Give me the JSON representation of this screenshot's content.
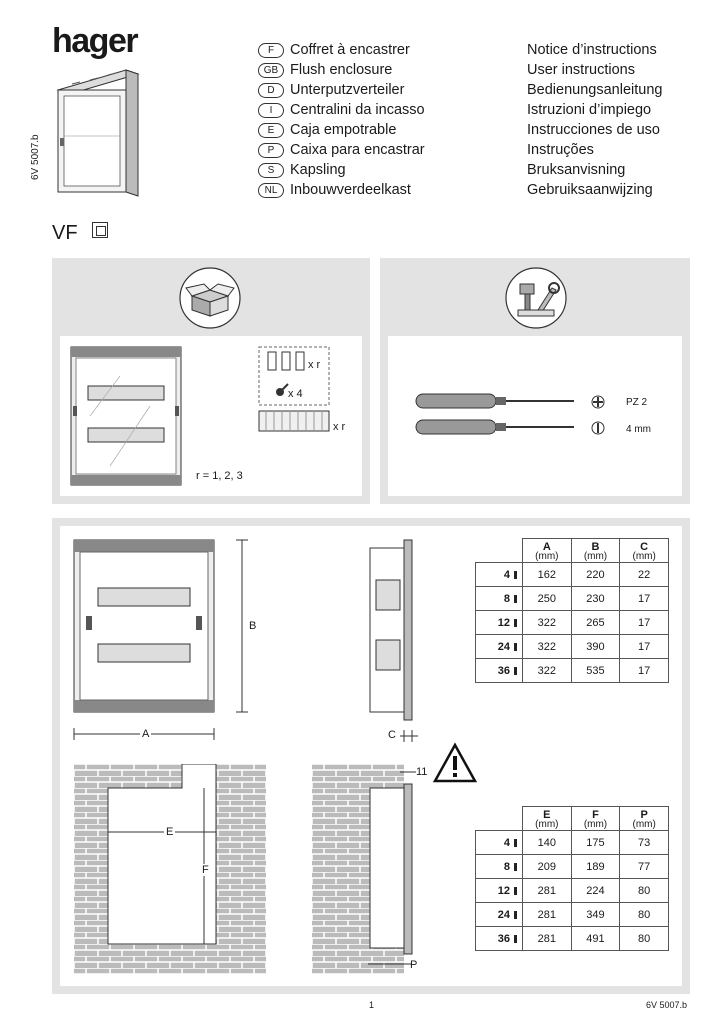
{
  "brand": "hager",
  "doc_ref": "6V 5007.b",
  "product": "VF",
  "languages": [
    {
      "code": "F",
      "name": "Coffret à encastrer",
      "notice": "Notice d’instructions"
    },
    {
      "code": "GB",
      "name": "Flush enclosure",
      "notice": "User instructions"
    },
    {
      "code": "D",
      "name": "Unterputzverteiler",
      "notice": "Bedienungsanleitung"
    },
    {
      "code": "I",
      "name": "Centralini da incasso",
      "notice": "Istruzioni d’impiego"
    },
    {
      "code": "E",
      "name": "Caja empotrable",
      "notice": "Instrucciones de uso"
    },
    {
      "code": "P",
      "name": "Caixa para encastrar",
      "notice": "Instruções"
    },
    {
      "code": "S",
      "name": "Kapsling",
      "notice": "Bruksanvisning"
    },
    {
      "code": "NL",
      "name": "Inbouwverdeelkast",
      "notice": "Gebruiksaanwijzing"
    }
  ],
  "contents": {
    "xr1": "x r",
    "x4": "x 4",
    "xr2": "x r",
    "rows": "r = 1, 2, 3"
  },
  "tools": {
    "pz": "PZ 2",
    "flat": "4 mm"
  },
  "diagram_labels": {
    "A": "A",
    "B": "B",
    "C": "C",
    "E": "E",
    "F": "F",
    "P": "P",
    "eleven": "11"
  },
  "table1": {
    "headers": [
      {
        "l": "A",
        "u": "(mm)"
      },
      {
        "l": "B",
        "u": "(mm)"
      },
      {
        "l": "C",
        "u": "(mm)"
      }
    ],
    "rows": [
      {
        "m": "4",
        "v": [
          "162",
          "220",
          "22"
        ]
      },
      {
        "m": "8",
        "v": [
          "250",
          "230",
          "17"
        ]
      },
      {
        "m": "12",
        "v": [
          "322",
          "265",
          "17"
        ]
      },
      {
        "m": "24",
        "v": [
          "322",
          "390",
          "17"
        ]
      },
      {
        "m": "36",
        "v": [
          "322",
          "535",
          "17"
        ]
      }
    ]
  },
  "table2": {
    "headers": [
      {
        "l": "E",
        "u": "(mm)"
      },
      {
        "l": "F",
        "u": "(mm)"
      },
      {
        "l": "P",
        "u": "(mm)"
      }
    ],
    "rows": [
      {
        "m": "4",
        "v": [
          "140",
          "175",
          "73"
        ]
      },
      {
        "m": "8",
        "v": [
          "209",
          "189",
          "77"
        ]
      },
      {
        "m": "12",
        "v": [
          "281",
          "224",
          "80"
        ]
      },
      {
        "m": "24",
        "v": [
          "281",
          "349",
          "80"
        ]
      },
      {
        "m": "36",
        "v": [
          "281",
          "491",
          "80"
        ]
      }
    ]
  },
  "page_number": "1",
  "footer_ref": "6V 5007.b"
}
